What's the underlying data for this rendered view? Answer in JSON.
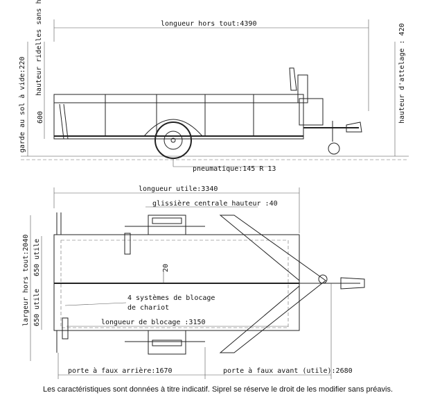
{
  "side_view": {
    "overall_length": "longueur hors tout:4390",
    "ground_clearance": "garde au sol à vide:220",
    "side_height": "hauteur ridelles sans habillage",
    "side_height_value": "600",
    "hitch_height": "hauteur d'attelage : 420",
    "tyre": "pneumatique:145 R 13"
  },
  "top_view": {
    "useful_length": "longueur utile:3340",
    "center_rail": "glissière centrale hauteur :40",
    "overall_width": "largeur hors tout:2040",
    "useful_width_1": "650 utile",
    "useful_width_2": "650 utile",
    "rail_dim": "20",
    "locking_systems_line1": "4 systèmes de blocage",
    "locking_systems_line2": "de chariot",
    "locking_length": "longueur de blocage :3150",
    "rear_overhang": "porte à faux arrière:1670",
    "front_overhang": "porte à faux avant (utile):2680"
  },
  "caption": "Les caractéristiques sont données à titre indicatif. Siprel se réserve le droit de les modifier sans préavis."
}
